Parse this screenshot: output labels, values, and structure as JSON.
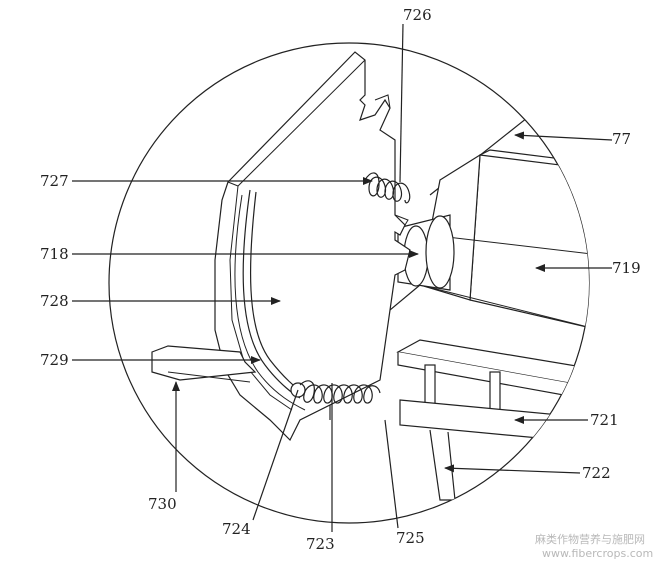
{
  "diagram": {
    "labels": {
      "l726": "726",
      "l77": "77",
      "l727": "727",
      "l718": "718",
      "l719": "719",
      "l728": "728",
      "l729": "729",
      "l721": "721",
      "l722": "722",
      "l730": "730",
      "l724": "724",
      "l723": "723",
      "l725": "725"
    },
    "watermark": {
      "line1": "麻类作物营养与施肥网",
      "line2": "www.fibercrops.com"
    }
  }
}
